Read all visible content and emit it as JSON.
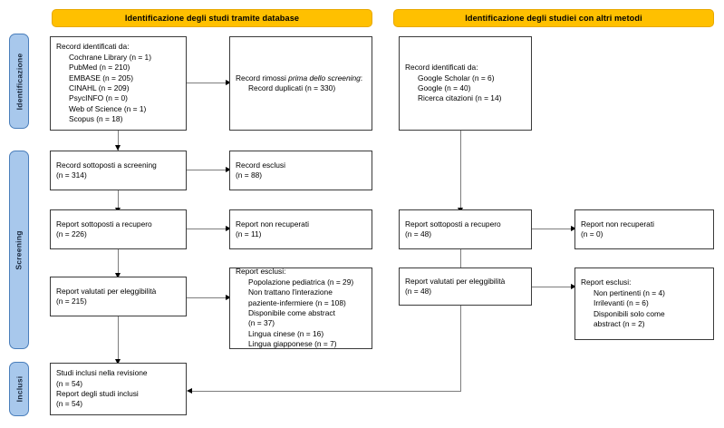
{
  "diagram": {
    "title": "PRISMA 2020 flow diagram (Italian)",
    "colors": {
      "banner_fill": "#ffc000",
      "banner_border": "#e8a800",
      "stage_label_fill": "#a8c8ec",
      "stage_label_border": "#4a7ebb",
      "box_border": "#3a3a3a",
      "connector": "#7d7d7d",
      "text": "#000000"
    }
  },
  "banners": {
    "database": "Identificazione degli studi tramite database",
    "other_methods": "Identificazione degli studiei con altri metodi"
  },
  "stage_labels": {
    "identification": "Identificazione",
    "screening": "Screening",
    "included": "Inclusi"
  },
  "boxes": {
    "records_identified_db": {
      "heading": "Record identificati da:",
      "items": [
        "Cochrane Library (n = 1)",
        "PubMed (n = 210)",
        "EMBASE (n = 205)",
        "CINAHL (n = 209)",
        "PsycINFO (n = 0)",
        "Web of Science (n = 1)",
        "Scopus (n = 18)"
      ]
    },
    "records_removed": {
      "heading_a": "Record rimossi ",
      "heading_italic": "prima dello screening",
      "heading_b": ":",
      "items": [
        "Record duplicati (n = 330)"
      ]
    },
    "records_screened": {
      "line1": "Record sottoposti a screening",
      "line2": "(n = 314)"
    },
    "records_excluded": {
      "line1": "Record esclusi",
      "line2": "(n = 88)"
    },
    "reports_sought": {
      "line1": "Report sottoposti a recupero",
      "line2": "(n = 226)"
    },
    "reports_not_retrieved": {
      "line1": "Report non recuperati",
      "line2": "(n = 11)"
    },
    "reports_assessed": {
      "line1": "Report valutati per eleggibilità",
      "line2": "(n = 215)"
    },
    "reports_excluded": {
      "heading": "Report esclusi:",
      "items": [
        "Popolazione pediatrica (n = 29)",
        "Non trattano l'interazione",
        "paziente-infermiere (n = 108)",
        "Disponibile come abstract",
        "(n = 37)",
        "Lingua cinese (n = 16)",
        "Lingua giapponese (n = 7)"
      ]
    },
    "records_identified_other": {
      "heading": "Record identificati da:",
      "items": [
        "Google Scholar (n = 6)",
        "Google (n = 40)",
        "Ricerca citazioni (n = 14)"
      ]
    },
    "reports_sought_other": {
      "line1": "Report sottoposti a recupero",
      "line2": "(n = 48)"
    },
    "reports_not_retrieved_other": {
      "line1": "Report non recuperati",
      "line2": "(n = 0)"
    },
    "reports_assessed_other": {
      "line1": "Report valutati per eleggibilità",
      "line2": "(n = 48)"
    },
    "reports_excluded_other": {
      "heading": "Report esclusi:",
      "items": [
        "Non pertinenti (n = 4)",
        "Irrilevanti (n = 6)",
        "Disponibili solo come",
        "abstract (n = 2)"
      ]
    },
    "studies_included": {
      "line1": "Studi inclusi nella revisione",
      "line2": "(n = 54)",
      "line3": "Report degli studi inclusi",
      "line4": "(n = 54)"
    }
  }
}
